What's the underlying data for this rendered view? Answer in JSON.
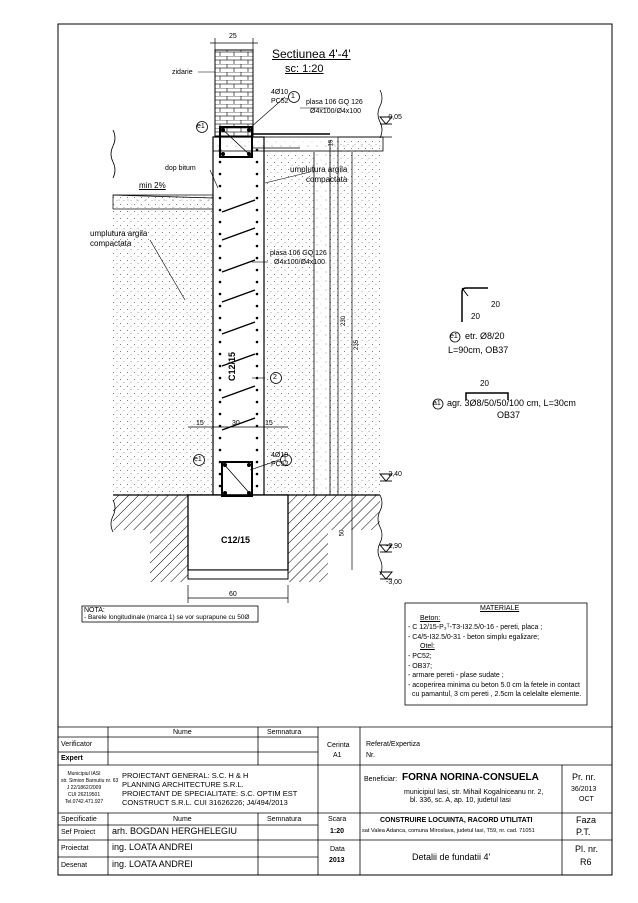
{
  "drawing": {
    "section_title": "Sectiunea 4'-4'",
    "scale_label": "sc: 1:20",
    "dim_top_width": "25",
    "wall_label": "zidarie",
    "bar_top": "4Ø10",
    "bar_top_steel": "PC52",
    "bar_bottom": "4Ø10",
    "bar_bottom_steel": "PC52",
    "mark_1": "1",
    "mark_2": "2",
    "mark_e1": "e1",
    "mark_a1": "a1",
    "mesh_top": "plasa 106 GQ 126",
    "mesh_top_spec": "Ø4x100/Ø4x100",
    "mesh_mid": "plasa 106 GQ 126",
    "mesh_mid_spec": "Ø4x100/Ø4x100",
    "dop_bitum": "dop bitum",
    "slope": "min 2%",
    "fill_left_1": "umplutura argila",
    "fill_left_2": "compactata",
    "fill_right_1": "umplutura argila",
    "fill_right_2": "compactata",
    "concrete_wall": "C12/15",
    "concrete_footing": "C12/15",
    "elev_top": "-0,05",
    "elev_mid": "-2,40",
    "elev_low": "-2,90",
    "elev_bottom": "-3,00",
    "dim_15_a": "15",
    "dim_230": "230",
    "dim_235": "235",
    "dim_50": "50",
    "dim_15_left": "15",
    "dim_30": "30",
    "dim_15_right": "15",
    "dim_60": "60",
    "stirrup_dim_a": "20",
    "stirrup_dim_b": "20",
    "stirrup_spec": "etr. Ø8/20",
    "stirrup_len": "L=90cm, OB37",
    "hook_dim": "20",
    "hook_spec": "agr. 3Ø8/50/50/100 cm, L=30cm",
    "hook_steel": "OB37"
  },
  "nota": {
    "title": "NOTA:",
    "text": "- Barele longitudinale (marca 1) se vor suprapune cu 50Ø"
  },
  "materiale": {
    "title": "MATERIALE",
    "beton_h": "Beton:",
    "beton_1": "- C 12/15-P₃ᵀ-T3-I32.5/0-16 - pereti, placa ;",
    "beton_2": "- C4/5-I32.5/0-31 - beton simplu egalizare;",
    "otel_h": "Otel:",
    "otel_1": "- PC52;",
    "otel_2": "- OB37;",
    "otel_3": "- armare pereti - plase sudate ;",
    "otel_4": "- acoperirea minima cu beton 5.0 cm la fetele in contact",
    "otel_5": "cu pamantul, 3 cm pereti , 2.5cm la celelalte elemente."
  },
  "title_block": {
    "col_nume": "Nume",
    "col_semnatura": "Semnatura",
    "verificator": "Verificator",
    "expert": "Expert",
    "cerinta": "Cerinta",
    "cerinta_val": "A1",
    "referat": "Referat/Expertiza",
    "referat_nr": "Nr.",
    "stamp_1": "Municipiul IASI",
    "stamp_2": "str. Simion Barnutiu nr. 63",
    "stamp_3": "J 22/1862/2009",
    "stamp_4": "CUI 26219501",
    "stamp_5": "Tel.0742.471.927",
    "general_1": "PROIECTANT GENERAL: S.C. H & H",
    "general_2": "PLANNING ARCHITECTURE S.R.L.",
    "spec_1": "PROIECTANT DE SPECIALITATE: S.C. OPTIM EST",
    "spec_2": "CONSTRUCT S.R.L. CUI 31626226; J4/494/2013",
    "beneficiar_label": "Beneficiar:",
    "beneficiar_name": "FORNA NORINA-CONSUELA",
    "beneficiar_addr_1": "municipiul Iasi, str. Mihail Kogalniceanu nr. 2,",
    "beneficiar_addr_2": "bl. 336, sc. A, ap. 10, judetul Iasi",
    "pr_nr_label": "Pr. nr.",
    "pr_nr_val": "36/2013",
    "pr_nr_sub": "OCT",
    "specificatie": "Specificatie",
    "nume2": "Nume",
    "semnatura2": "Semnatura",
    "scara": "Scara",
    "scara_val": "1:20",
    "project_title": "CONSTRUIRE LOCUINTA, RACORD UTILITATI",
    "project_addr": "sat Valea Adanca, comuna Miroslava, judetul Iasi, T59, nr. cad. 71051",
    "faza": "Faza",
    "faza_val": "P.T.",
    "sef_proiect": "Sef Proiect",
    "sef_proiect_name": "arh. BOGDAN HERGHELEGIU",
    "proiectat": "Proiectat",
    "proiectat_name": "ing. LOATA ANDREI",
    "desenat": "Desenat",
    "desenat_name": "ing. LOATA ANDREI",
    "data": "Data",
    "data_val": "2013",
    "drawing_title": "Detalii de fundatii 4'",
    "pl_nr": "Pl. nr.",
    "pl_nr_val": "R6"
  }
}
